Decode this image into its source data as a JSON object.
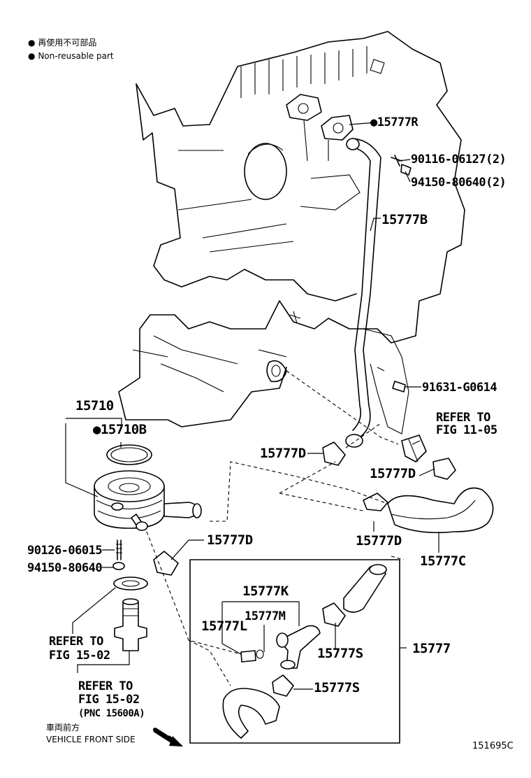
{
  "legend": {
    "jp": "再使用不可部品",
    "en": "Non-reusable part"
  },
  "labels": {
    "p15777R": "15777R",
    "p90116": "90116-06127(2)",
    "p94150a": "94150-80640(2)",
    "p15777B": "15777B",
    "p91631": "91631-G0614",
    "refer1105_a": "REFER TO",
    "refer1105_b": "FIG 11-05",
    "p15710": "15710",
    "p15710B": "15710B",
    "p15777D_1": "15777D",
    "p15777D_2": "15777D",
    "p15777D_3": "15777D",
    "p15777D_4": "15777D",
    "p15777C": "15777C",
    "p90126": "90126-06015",
    "p94150b": "94150-80640",
    "p15777K": "15777K",
    "p15777M": "15777M",
    "p15777L": "15777L",
    "p15777S_1": "15777S",
    "p15777S_2": "15777S",
    "p15777": "15777",
    "refer1502a_a": "REFER TO",
    "refer1502a_b": "FIG 15-02",
    "refer1502b_a": "REFER TO",
    "refer1502b_b": "FIG 15-02",
    "refer1502b_c": "(PNC 15600A)",
    "front_jp": "車両前方",
    "front_en": "VEHICLE FRONT SIDE",
    "figure_id": "151695C"
  }
}
